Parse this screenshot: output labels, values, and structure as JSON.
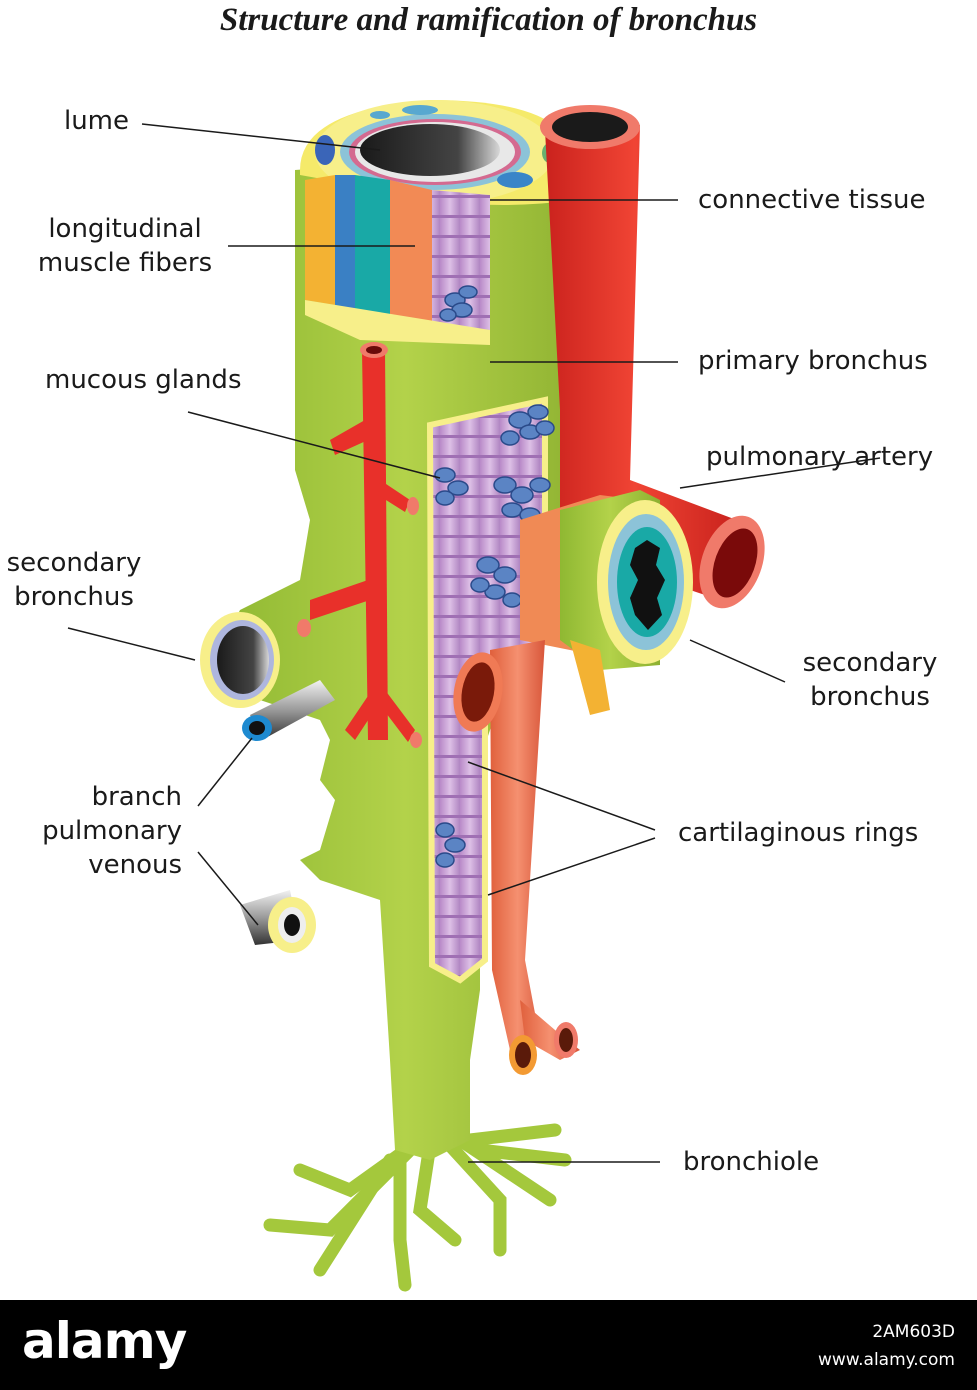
{
  "title": "Structure and ramification of bronchus",
  "labels": {
    "lume": "lume",
    "longitudinal_muscle_fibers": [
      "longitudinal",
      "muscle fibers"
    ],
    "mucous_glands": "mucous glands",
    "secondary_bronchus_left": [
      "secondary",
      "bronchus"
    ],
    "branch_pulmonary_venous": [
      "branch",
      "pulmonary",
      "venous"
    ],
    "connective_tissue": "connective tissue",
    "primary_bronchus": "primary bronchus",
    "pulmonary_artery": "pulmonary artery",
    "secondary_bronchus_right": [
      "secondary",
      "bronchus"
    ],
    "cartilaginous_rings": "cartilaginous rings",
    "bronchiole": "bronchiole"
  },
  "watermark": {
    "brand": "alamy",
    "image_id": "2AM603D",
    "site": "www.alamy.com"
  },
  "colors": {
    "bronchus_green": "#a4c83c",
    "artery_red": "#e8302a",
    "vein_salmon": "#f07a55",
    "cartilage_purple": "#c9a3d4",
    "gland_blue": "#5b84c4",
    "mucosa_yellow": "#f7ef8a",
    "muscle_teal": "#19a9a6",
    "muscle_orange": "#f28a55"
  }
}
